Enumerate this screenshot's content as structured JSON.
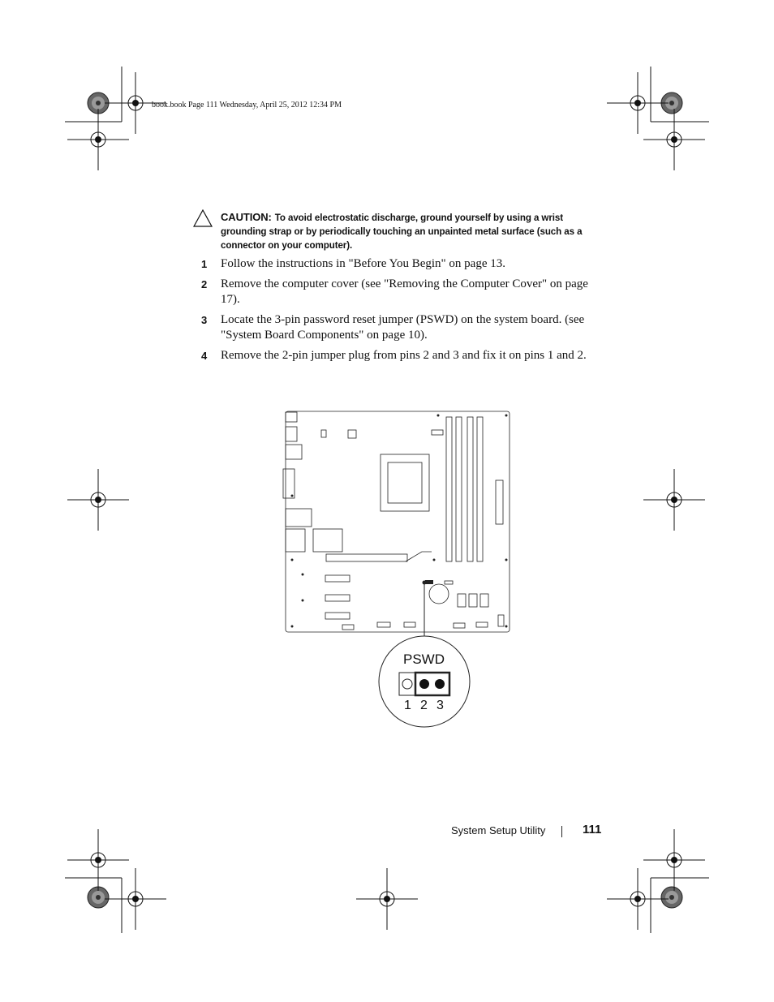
{
  "slug": "book.book  Page 111  Wednesday, April 25, 2012  12:34 PM",
  "caution": {
    "label": "CAUTION:",
    "text": "To avoid electrostatic discharge, ground yourself by using a wrist grounding strap or by periodically touching an unpainted metal surface (such as a connector on your computer)."
  },
  "steps": [
    {
      "num": "1",
      "text": "Follow the instructions in \"Before You Begin\" on page 13."
    },
    {
      "num": "2",
      "text": "Remove the computer cover (see \"Removing the Computer Cover\" on page 17)."
    },
    {
      "num": "3",
      "text": "Locate the 3-pin password reset jumper (PSWD) on the system board. (see \"System Board Components\" on page 10)."
    },
    {
      "num": "4",
      "text": "Remove the 2-pin jumper plug from pins 2 and 3 and fix it on pins 1 and 2."
    }
  ],
  "figure": {
    "callout_label": "PSWD",
    "pins": [
      "1",
      "2",
      "3"
    ]
  },
  "footer": {
    "section": "System Setup Utility",
    "page": "111"
  }
}
